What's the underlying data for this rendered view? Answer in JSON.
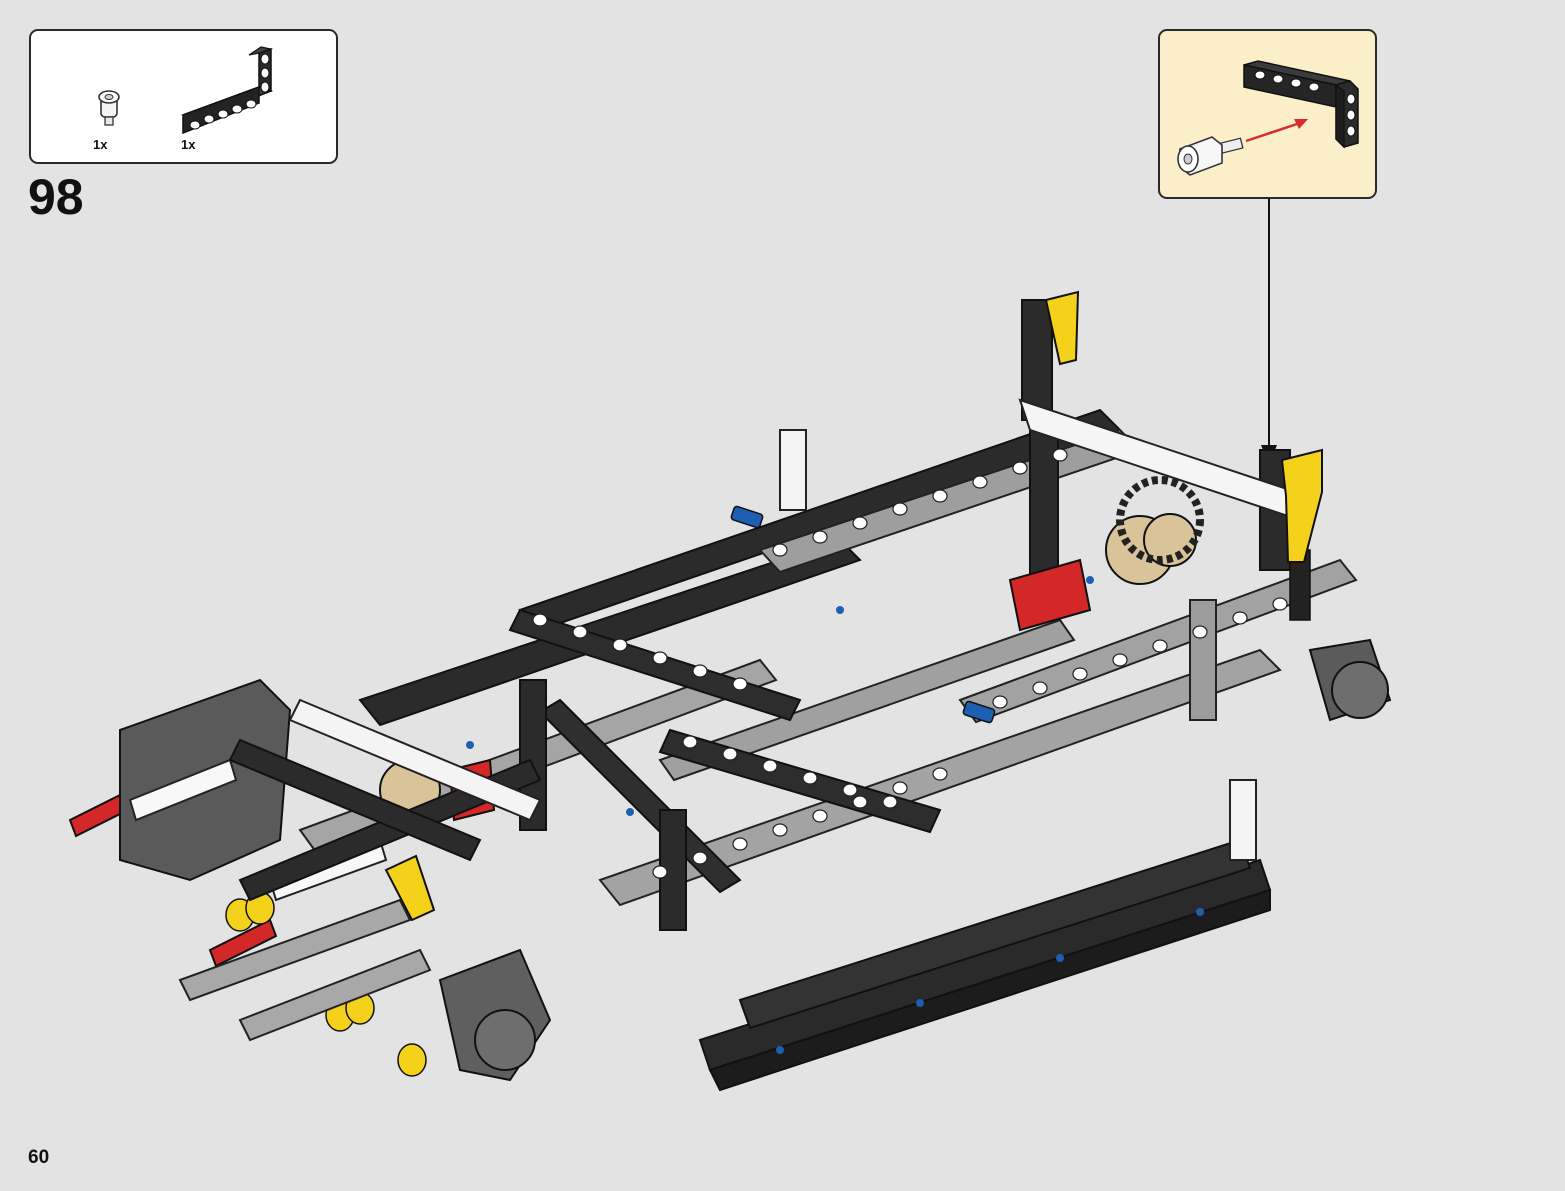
{
  "parts_list": {
    "items": [
      {
        "name": "white-connector-icon",
        "qty": "1x"
      },
      {
        "name": "black-l-beam-icon",
        "qty": "1x"
      }
    ]
  },
  "step_number": "98",
  "callout": {
    "icons": [
      "black-l-beam-icon",
      "white-connector-icon",
      "red-arrow-icon"
    ],
    "colors": {
      "background": "#fbefca",
      "arrow": "#d92c2c"
    }
  },
  "model": {
    "icon": "technic-chassis-icon",
    "colors": {
      "dark": "#2d2d2d",
      "gray": "#9a9a9a",
      "yellow": "#f4d21b",
      "red": "#d42727",
      "blue": "#1f5fb3",
      "tan": "#d9c49a"
    }
  },
  "page_number": "60"
}
